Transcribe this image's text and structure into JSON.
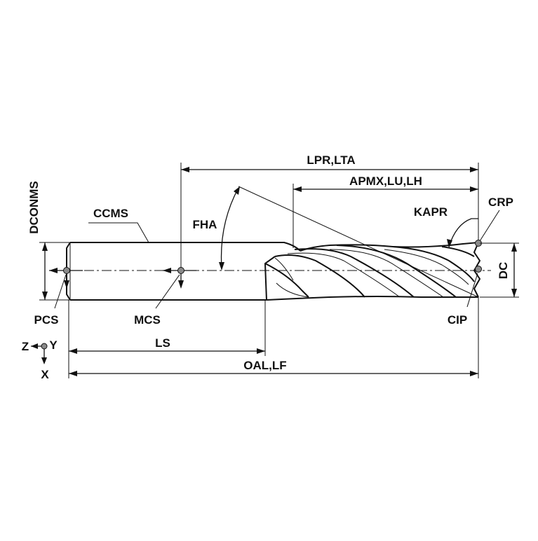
{
  "labels": {
    "lpr_lta": "LPR,LTA",
    "apmx_lu_lh": "APMX,LU,LH",
    "kapr": "KAPR",
    "crp": "CRP",
    "dconms": "DCONMS",
    "ccms": "CCMS",
    "fha": "FHA",
    "dc": "DC",
    "pcs": "PCS",
    "mcs": "MCS",
    "cip": "CIP",
    "ls": "LS",
    "oal_lf": "OAL,LF",
    "axis_z": "Z",
    "axis_y": "Y",
    "axis_x": "X"
  },
  "colors": {
    "line": "#111111",
    "background": "#ffffff",
    "point_fill": "#8a8a8a"
  }
}
